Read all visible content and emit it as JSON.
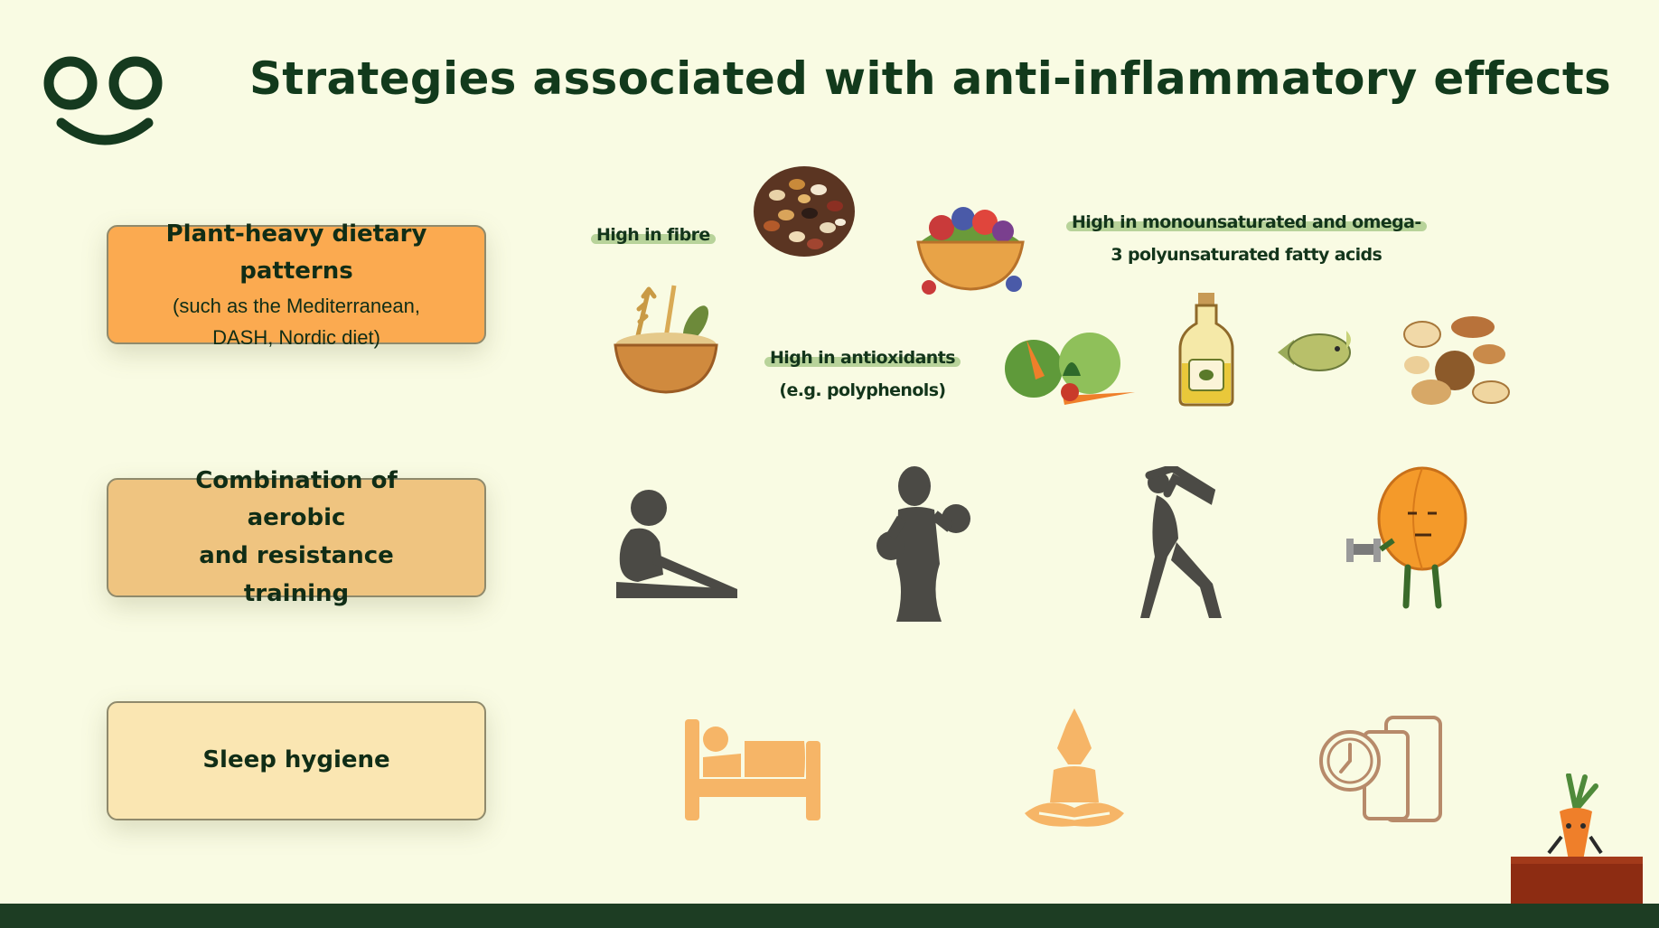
{
  "title": "Strategies associated with anti-inflammatory effects",
  "strategies": [
    {
      "main": "Plant-heavy dietary patterns",
      "sub_lines": [
        "(such as the Mediterranean,",
        "DASH, Nordic diet)"
      ]
    },
    {
      "main_lines": [
        "Combination of aerobic",
        "and resistance training"
      ]
    },
    {
      "main": "Sleep hygiene"
    }
  ],
  "diet_tags": {
    "fibre": "High in fibre",
    "antioxidants_lines": [
      "High in antioxidants",
      "(e.g. polyphenols)"
    ],
    "fatty_lines": [
      "High in monounsaturated and omega-",
      "3 polyunsaturated fatty acids"
    ]
  },
  "colors": {
    "background": "#f9fbe3",
    "title": "#123a1c",
    "card_diet": "#fbaa50",
    "card_exercise": "#efc480",
    "card_sleep": "#fae6b2",
    "highlight": "#b8d39a",
    "silhouette": "#4b4a45",
    "sleep_icon": "#f6b567"
  },
  "icons": [
    "smile-logo-icon",
    "legumes-icon",
    "fruit-bowl-icon",
    "grain-bowl-icon",
    "vegetables-icon",
    "olive-oil-icon",
    "fish-icon",
    "nuts-icon",
    "stretching-icon",
    "boxer-icon",
    "dancer-icon",
    "dumbbell-mascot-icon",
    "bed-icon",
    "meditation-icon",
    "clock-phone-icon",
    "carrot-mascot-icon"
  ]
}
